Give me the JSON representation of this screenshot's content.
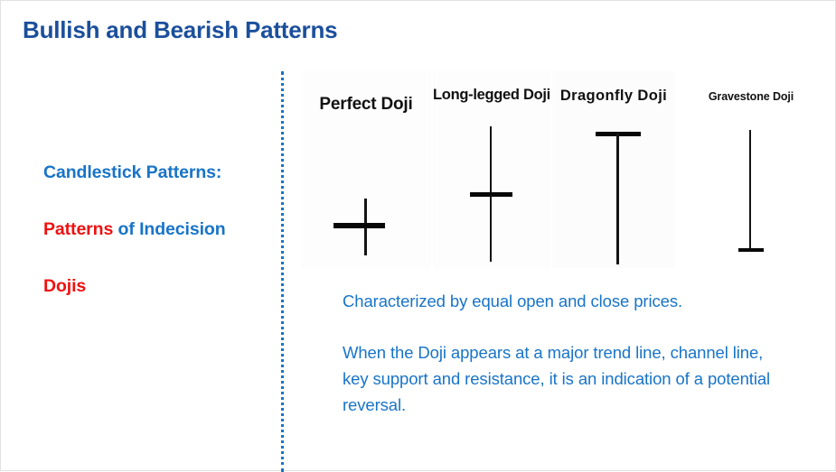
{
  "slide": {
    "title": "Bullish and Bearish Patterns",
    "title_color": "#1b4f9c",
    "accent_blue": "#1874c8",
    "accent_red": "#ee1111",
    "background": "#ffffff"
  },
  "left_column": {
    "heading": "Candlestick Patterns:",
    "subheading_red": "Patterns",
    "subheading_blue": " of Indecision",
    "category": "Dojis"
  },
  "divider": {
    "style": "dotted",
    "color": "#1874c8"
  },
  "figure": {
    "panels": [
      {
        "label": "Perfect Doji",
        "shape": "cross"
      },
      {
        "label": "Long-legged Doji",
        "shape": "long-cross"
      },
      {
        "label": "Dragonfly Doji",
        "shape": "t-shape"
      },
      {
        "label": "Gravestone Doji",
        "shape": "inverted-t-shape"
      }
    ]
  },
  "body": {
    "paragraph_1": "Characterized by equal open and close prices.",
    "paragraph_2": "When the Doji appears at a major trend line, channel line, key support and resistance, it is an indication of a potential reversal."
  }
}
